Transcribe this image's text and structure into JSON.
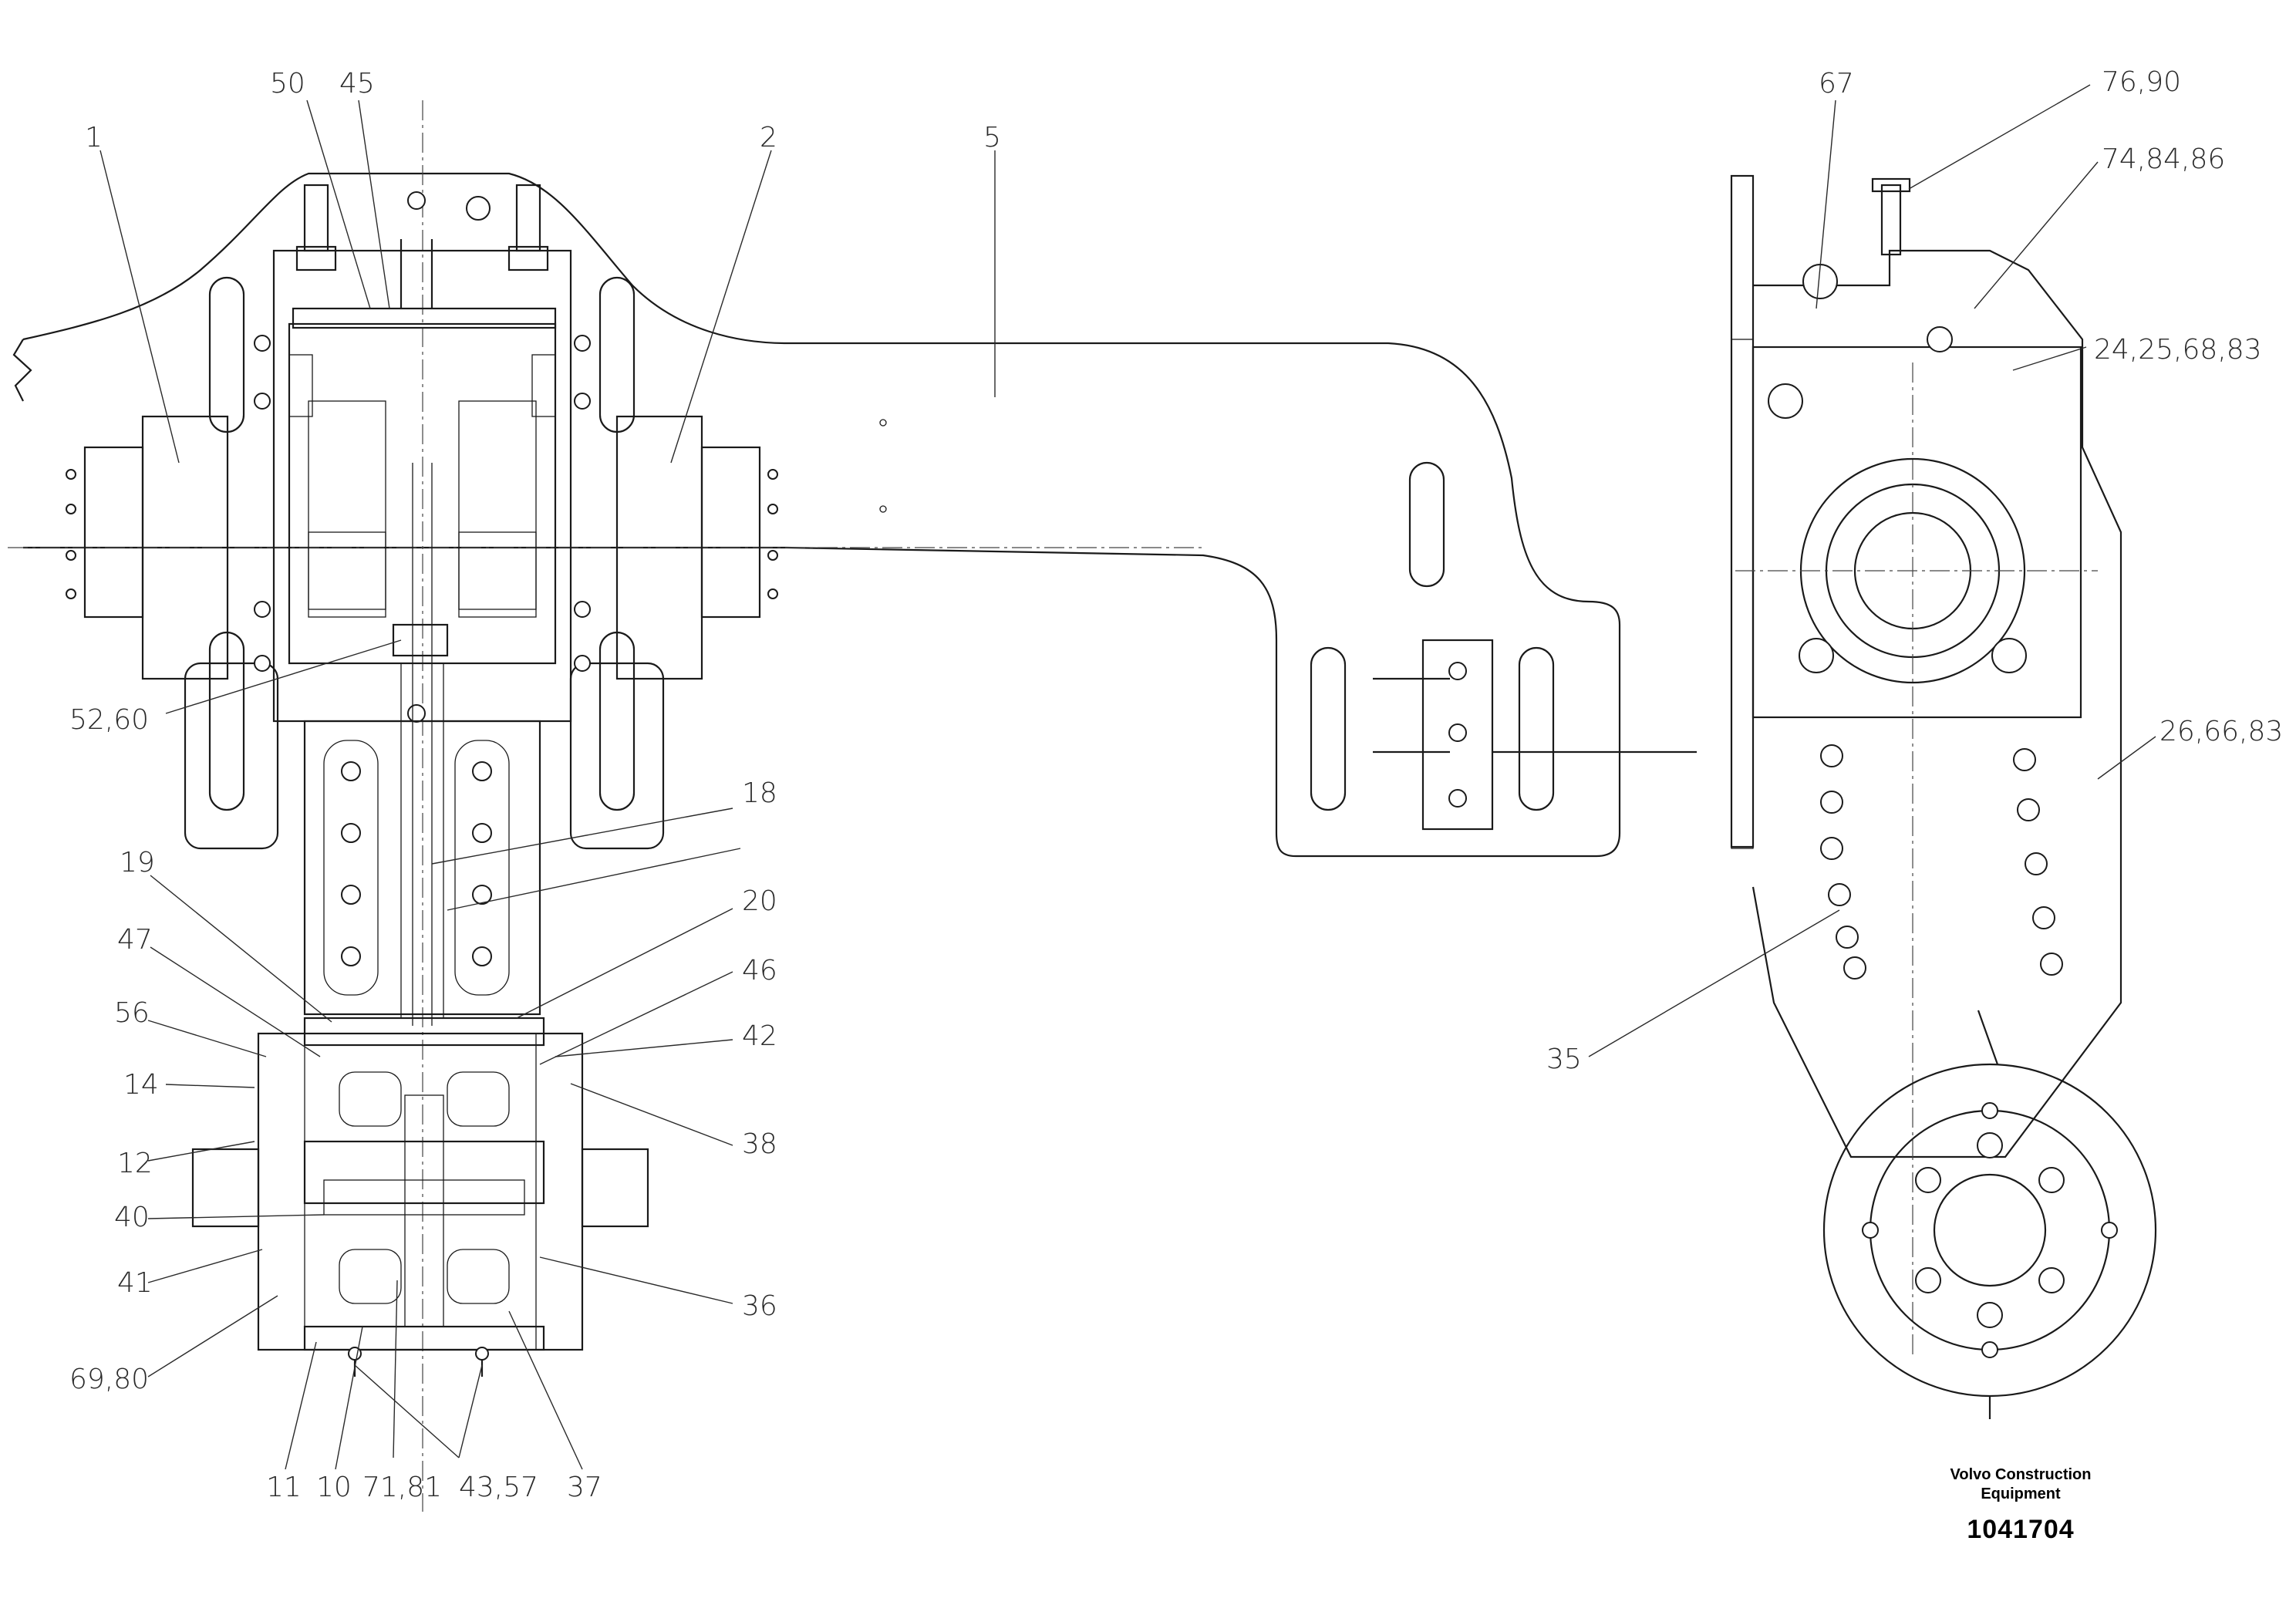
{
  "labels": {
    "l1": "1",
    "l2": "2",
    "l5": "5",
    "l50": "50",
    "l45": "45",
    "l52_60": "52,60",
    "l18": "18",
    "l19": "19",
    "l20": "20",
    "l47": "47",
    "l46": "46",
    "l56": "56",
    "l42": "42",
    "l14": "14",
    "l38": "38",
    "l12": "12",
    "l40": "40",
    "l41": "41",
    "l36": "36",
    "l69_80": "69,80",
    "l11": "11",
    "l10": "10",
    "l71_81": "71,81",
    "l43_57": "43,57",
    "l37": "37",
    "l67": "67",
    "l76_90": "76,90",
    "l74_84_86": "74,84,86",
    "l24_25_68_83": "24,25,68,83",
    "l26_66_83": "26,66,83",
    "l35": "35"
  },
  "title_block": {
    "company_line1": "Volvo Construction",
    "company_line2": "Equipment",
    "drawing_number": "1041704"
  }
}
